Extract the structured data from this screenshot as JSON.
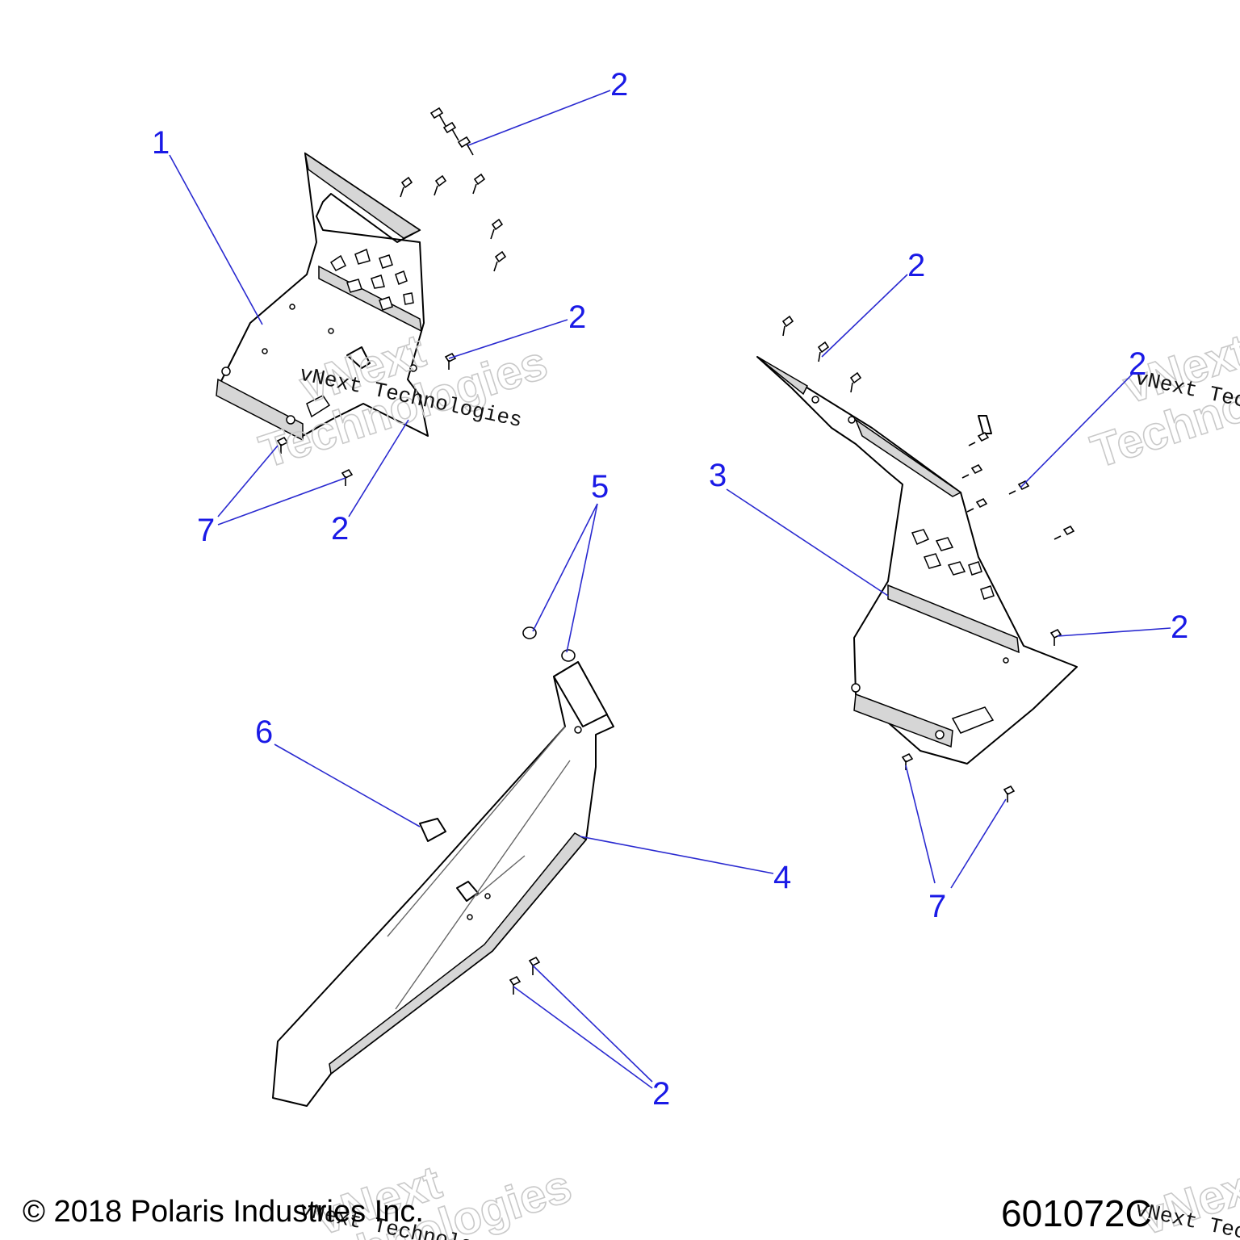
{
  "callouts": {
    "c1": "1",
    "c2a": "2",
    "c2b": "2",
    "c2c": "2",
    "c2d": "2",
    "c2e": "2",
    "c2f": "2",
    "c2g": "2",
    "c3": "3",
    "c4": "4",
    "c5": "5",
    "c6": "6",
    "c7a": "7",
    "c7b": "7"
  },
  "watermark": {
    "line1": "vNext",
    "line2": "Technologies",
    "stamp": "vNext Technologies"
  },
  "footer": {
    "copyright": "© 2018 Polaris Industries Inc.",
    "figure_id": "601072C"
  },
  "colors": {
    "callout": "#1a1ae6",
    "leader": "#2a2ad0",
    "shading": "#d6d6d6"
  }
}
